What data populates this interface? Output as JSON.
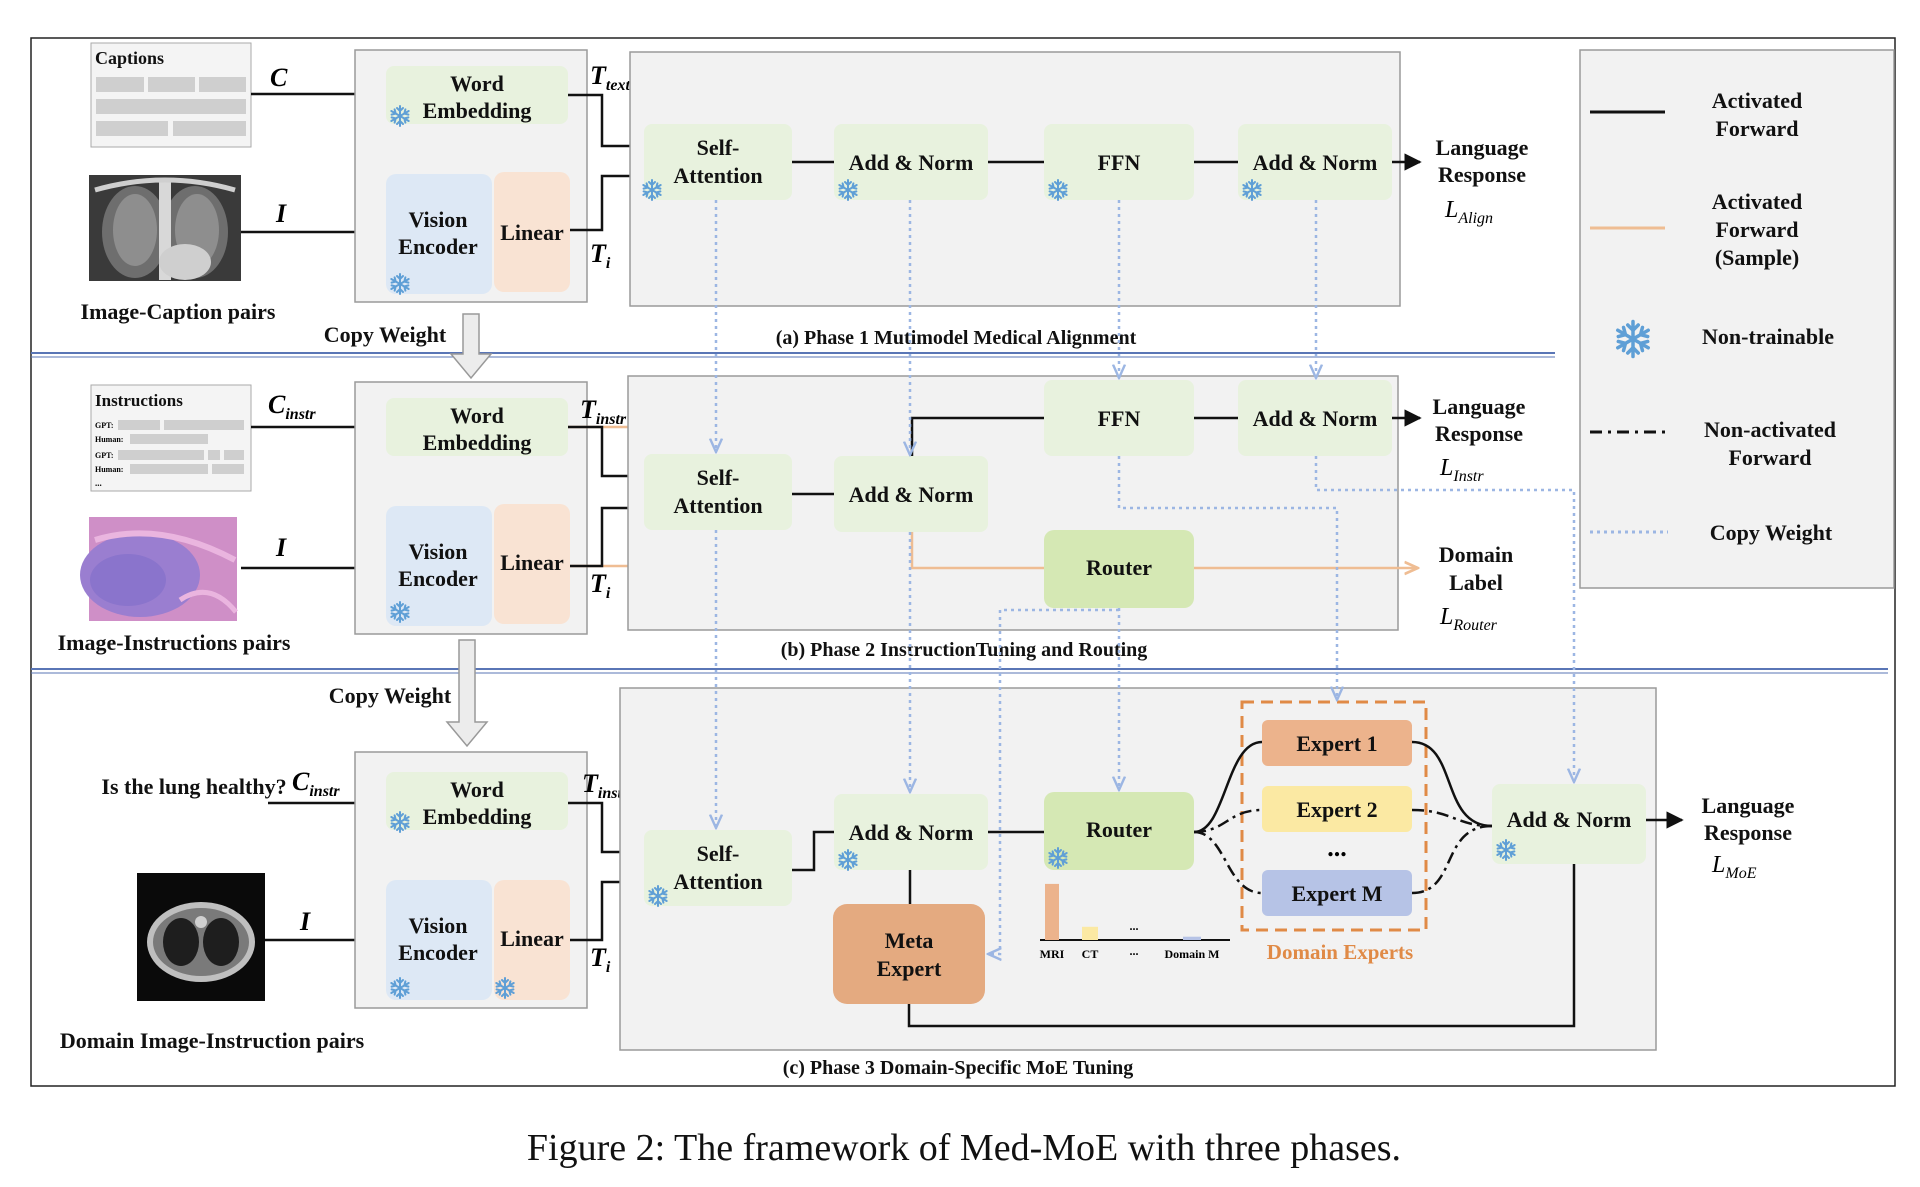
{
  "figure_caption": "Figure 2: The framework of Med-MoE with three phases.",
  "phases": [
    {
      "title": "(a) Phase 1 Mutimodel Medical Alignment"
    },
    {
      "title": "(b) Phase 2 InstructionTuning and Routing"
    },
    {
      "title": "(c) Phase 3 Domain-Specific MoE Tuning"
    }
  ],
  "inputs": {
    "captions_doc": "Captions",
    "instructions_doc": "Instructions",
    "instr_lines": [
      "GPT:",
      "Human:",
      "GPT:",
      "Human:",
      "..."
    ],
    "question": "Is the lung healthy?",
    "pairs": [
      "Image-Caption pairs",
      "Image-Instructions pairs",
      "Domain Image-Instruction pairs"
    ],
    "copy_weight": "Copy Weight"
  },
  "symbols": {
    "C": "C",
    "C_instr_base": "C",
    "C_instr_sub": "instr",
    "I": "I",
    "T_text_base": "T",
    "T_text_sub": "text",
    "T_instr_base": "T",
    "T_instr_sub": "instr",
    "T_i_base": "T",
    "T_i_sub": "i"
  },
  "blocks": {
    "word_embedding": [
      "Word",
      "Embedding"
    ],
    "vision_encoder": [
      "Vision",
      "Encoder"
    ],
    "linear": "Linear",
    "self_attention": [
      "Self-",
      "Attention"
    ],
    "add_norm": "Add & Norm",
    "ffn": "FFN",
    "router": "Router",
    "meta_expert": [
      "Meta",
      "Expert"
    ],
    "experts": [
      "Expert 1",
      "Expert 2",
      "...",
      "Expert M"
    ],
    "domain_experts": "Domain Experts"
  },
  "outputs": {
    "language_response": [
      "Language",
      "Response"
    ],
    "domain_label": [
      "Domain",
      "Label"
    ],
    "loss_base": "L",
    "L_align": "Align",
    "L_instr": "Instr",
    "L_router": "Router",
    "L_moe": "MoE"
  },
  "router_bars": {
    "labels": [
      "MRI",
      "CT",
      "...",
      "Domain M"
    ],
    "values": [
      0.85,
      0.2,
      0,
      0.05
    ],
    "ellipsis": "..."
  },
  "legend": {
    "items": [
      {
        "label": [
          "Activated",
          "Forward"
        ],
        "style": "solid-black"
      },
      {
        "label": [
          "Activated",
          "Forward",
          "(Sample)"
        ],
        "style": "solid-orange"
      },
      {
        "label": [
          "Non-trainable"
        ],
        "style": "snowflake-icon"
      },
      {
        "label": [
          "Non-activated",
          "Forward"
        ],
        "style": "dash-dot-black"
      },
      {
        "label": [
          "Copy Weight"
        ],
        "style": "dotted-blue"
      }
    ]
  },
  "colors": {
    "green_block": "#e8f2de",
    "router_green": "#d5e8b4",
    "blue_block": "#dde8f5",
    "peach_block": "#f9e3d3",
    "panel_gray": "#f2f2f2",
    "expert1": "#ecb38c",
    "expert2": "#fbe9a3",
    "expertM": "#b6c3e6",
    "meta_expert": "#e4aa80",
    "orange_line": "#efbd93",
    "copy_blue": "#9cb6e3",
    "snow_blue": "#5f9fd6",
    "domain_orange": "#e08a46",
    "divider_blue": "#5a76b6"
  }
}
